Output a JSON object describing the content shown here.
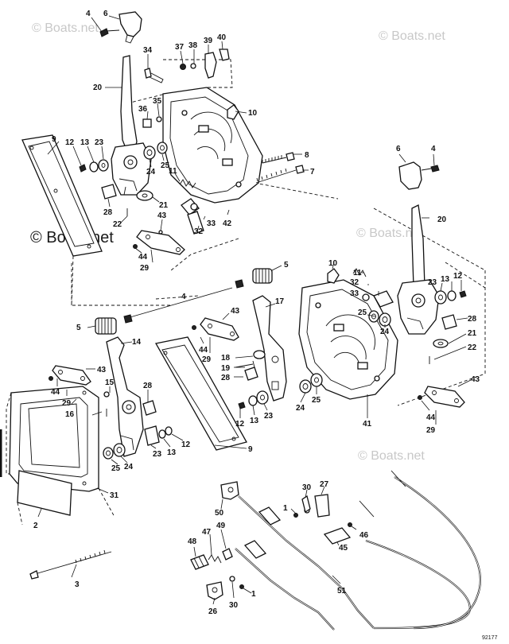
{
  "watermarks": [
    "© Boats.net",
    "© Boats.net",
    "© Boats.net",
    "© Boats.net",
    "© Boats.net"
  ],
  "reference_code": "92177",
  "callouts": [
    "4",
    "6",
    "34",
    "37",
    "38",
    "39",
    "40",
    "20",
    "36",
    "35",
    "10",
    "9",
    "12",
    "13",
    "23",
    "24",
    "25",
    "8",
    "7",
    "11",
    "21",
    "28",
    "22",
    "43",
    "33",
    "32",
    "42",
    "44",
    "29",
    "6",
    "4",
    "20",
    "5",
    "10",
    "11",
    "32",
    "33",
    "23",
    "13",
    "12",
    "4",
    "17",
    "43",
    "5",
    "14",
    "44",
    "29",
    "18",
    "19",
    "28",
    "25",
    "24",
    "28",
    "21",
    "22",
    "43",
    "15",
    "43",
    "44",
    "29",
    "16",
    "28",
    "12",
    "13",
    "23",
    "24",
    "25",
    "41",
    "44",
    "29",
    "25",
    "24",
    "23",
    "13",
    "12",
    "9",
    "31",
    "2",
    "3",
    "50",
    "30",
    "27",
    "1",
    "46",
    "45",
    "47",
    "49",
    "48",
    "26",
    "30",
    "1",
    "51"
  ]
}
